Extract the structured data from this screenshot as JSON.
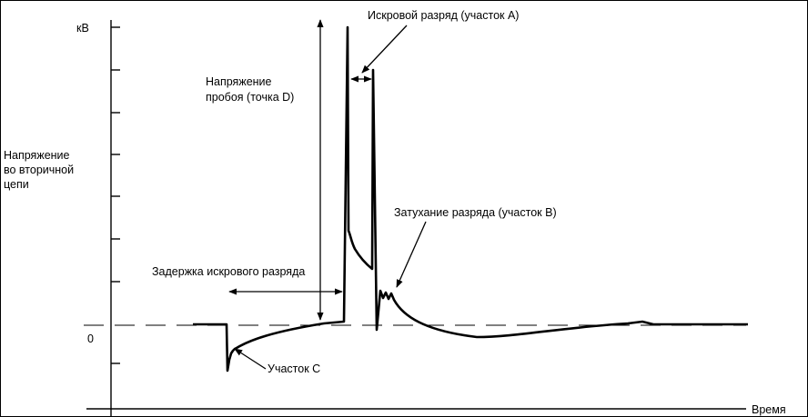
{
  "axes": {
    "y_unit": "кВ",
    "y_zero": "0",
    "y_title": [
      "Напряжение",
      "во вторичной",
      "цепи"
    ],
    "x_title": "Время"
  },
  "labels": {
    "spark_discharge": "Искровой разряд (участок А)",
    "breakdown_voltage": [
      "Напряжение",
      "пробоя (точка D)"
    ],
    "discharge_decay": "Затухание разряда (участок В)",
    "spark_delay": "Задержка искрового разряда",
    "segment_c": "Участок С"
  },
  "colors": {
    "ink": "#000000",
    "background": "#ffffff"
  }
}
